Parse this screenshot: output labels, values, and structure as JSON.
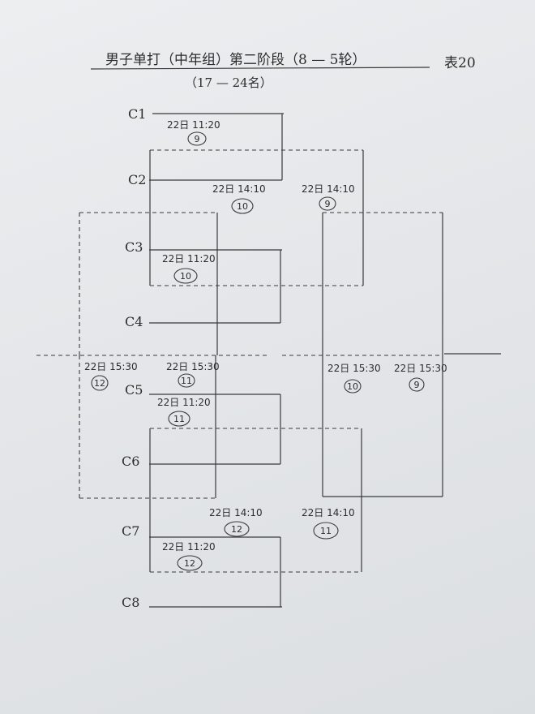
{
  "header": {
    "title": "男子单打（中年组）第二阶段（8 — 5轮）",
    "table_no": "表20",
    "range": "（17 — 24名）"
  },
  "players": [
    "C1",
    "C2",
    "C3",
    "C4",
    "C5",
    "C6",
    "C7",
    "C8"
  ],
  "matches": [
    {
      "id": "m1",
      "time": "22日 11:20",
      "table": "9"
    },
    {
      "id": "m2",
      "time": "22日 14:10",
      "table": "10"
    },
    {
      "id": "m3",
      "time": "22日 14:10",
      "table": "9"
    },
    {
      "id": "m4",
      "time": "22日 11:20",
      "table": "10"
    },
    {
      "id": "m5",
      "time": "22日 15:30",
      "table": "12"
    },
    {
      "id": "m6",
      "time": "22日 15:30",
      "table": "11"
    },
    {
      "id": "m7",
      "time": "22日 15:30",
      "table": "10"
    },
    {
      "id": "m8",
      "time": "22日 15:30",
      "table": "9"
    },
    {
      "id": "m9",
      "time": "22日 11:20",
      "table": "11"
    },
    {
      "id": "m10",
      "time": "22日 14:10",
      "table": "12"
    },
    {
      "id": "m11",
      "time": "22日 14:10",
      "table": "11"
    },
    {
      "id": "m12",
      "time": "22日 11:20",
      "table": "12"
    }
  ]
}
